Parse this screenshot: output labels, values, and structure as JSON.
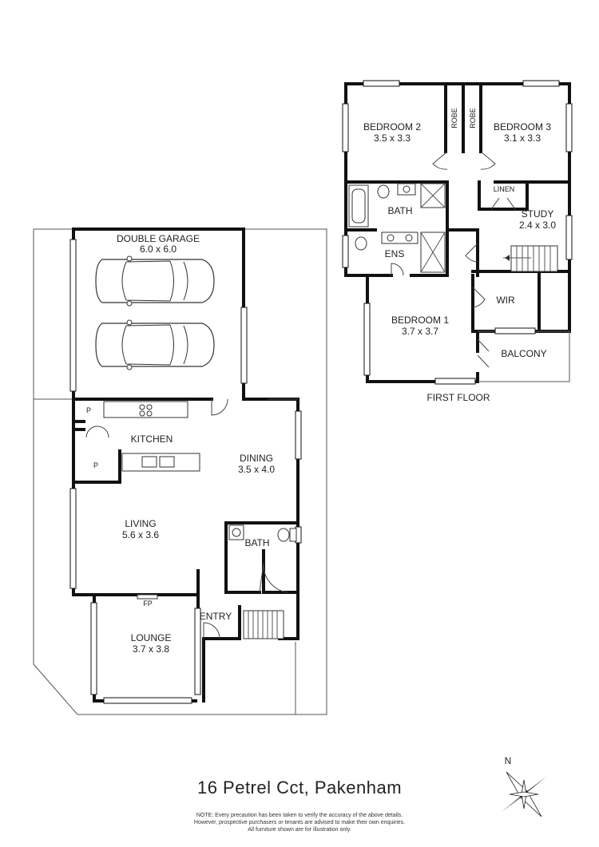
{
  "address": "16 Petrel Cct, Pakenham",
  "disclaimer": [
    "NOTE: Every precaution has been taken to verify the accuracy of the above details.",
    "However, prospective purchasers or tenants are advised to make their own enquiries.",
    "All furniture shown are for illustration only."
  ],
  "compass": {
    "north_label": "N"
  },
  "ground_floor": {
    "rooms": {
      "garage": {
        "name": "DOUBLE GARAGE",
        "size": "6.0 x 6.0"
      },
      "kitchen": {
        "name": "KITCHEN"
      },
      "pantry_top": {
        "name": "P"
      },
      "pantry_bottom": {
        "name": "P"
      },
      "dining": {
        "name": "DINING",
        "size": "3.5 x 4.0"
      },
      "living": {
        "name": "LIVING",
        "size": "5.6 x 3.6"
      },
      "bath": {
        "name": "BATH"
      },
      "fireplace": {
        "name": "FP"
      },
      "entry": {
        "name": "ENTRY"
      },
      "lounge": {
        "name": "LOUNGE",
        "size": "3.7 x 3.8"
      }
    }
  },
  "first_floor": {
    "label": "FIRST FLOOR",
    "rooms": {
      "bedroom2": {
        "name": "BEDROOM 2",
        "size": "3.5 x 3.3"
      },
      "robe_left": {
        "name": "ROBE"
      },
      "robe_right": {
        "name": "ROBE"
      },
      "bedroom3": {
        "name": "BEDROOM 3",
        "size": "3.1 x 3.3"
      },
      "bath": {
        "name": "BATH"
      },
      "linen": {
        "name": "LINEN"
      },
      "study": {
        "name": "STUDY",
        "size": "2.4 x 3.0"
      },
      "ens": {
        "name": "ENS"
      },
      "wir": {
        "name": "WIR"
      },
      "bedroom1": {
        "name": "BEDROOM 1",
        "size": "3.7 x 3.7"
      },
      "balcony": {
        "name": "BALCONY"
      }
    }
  }
}
